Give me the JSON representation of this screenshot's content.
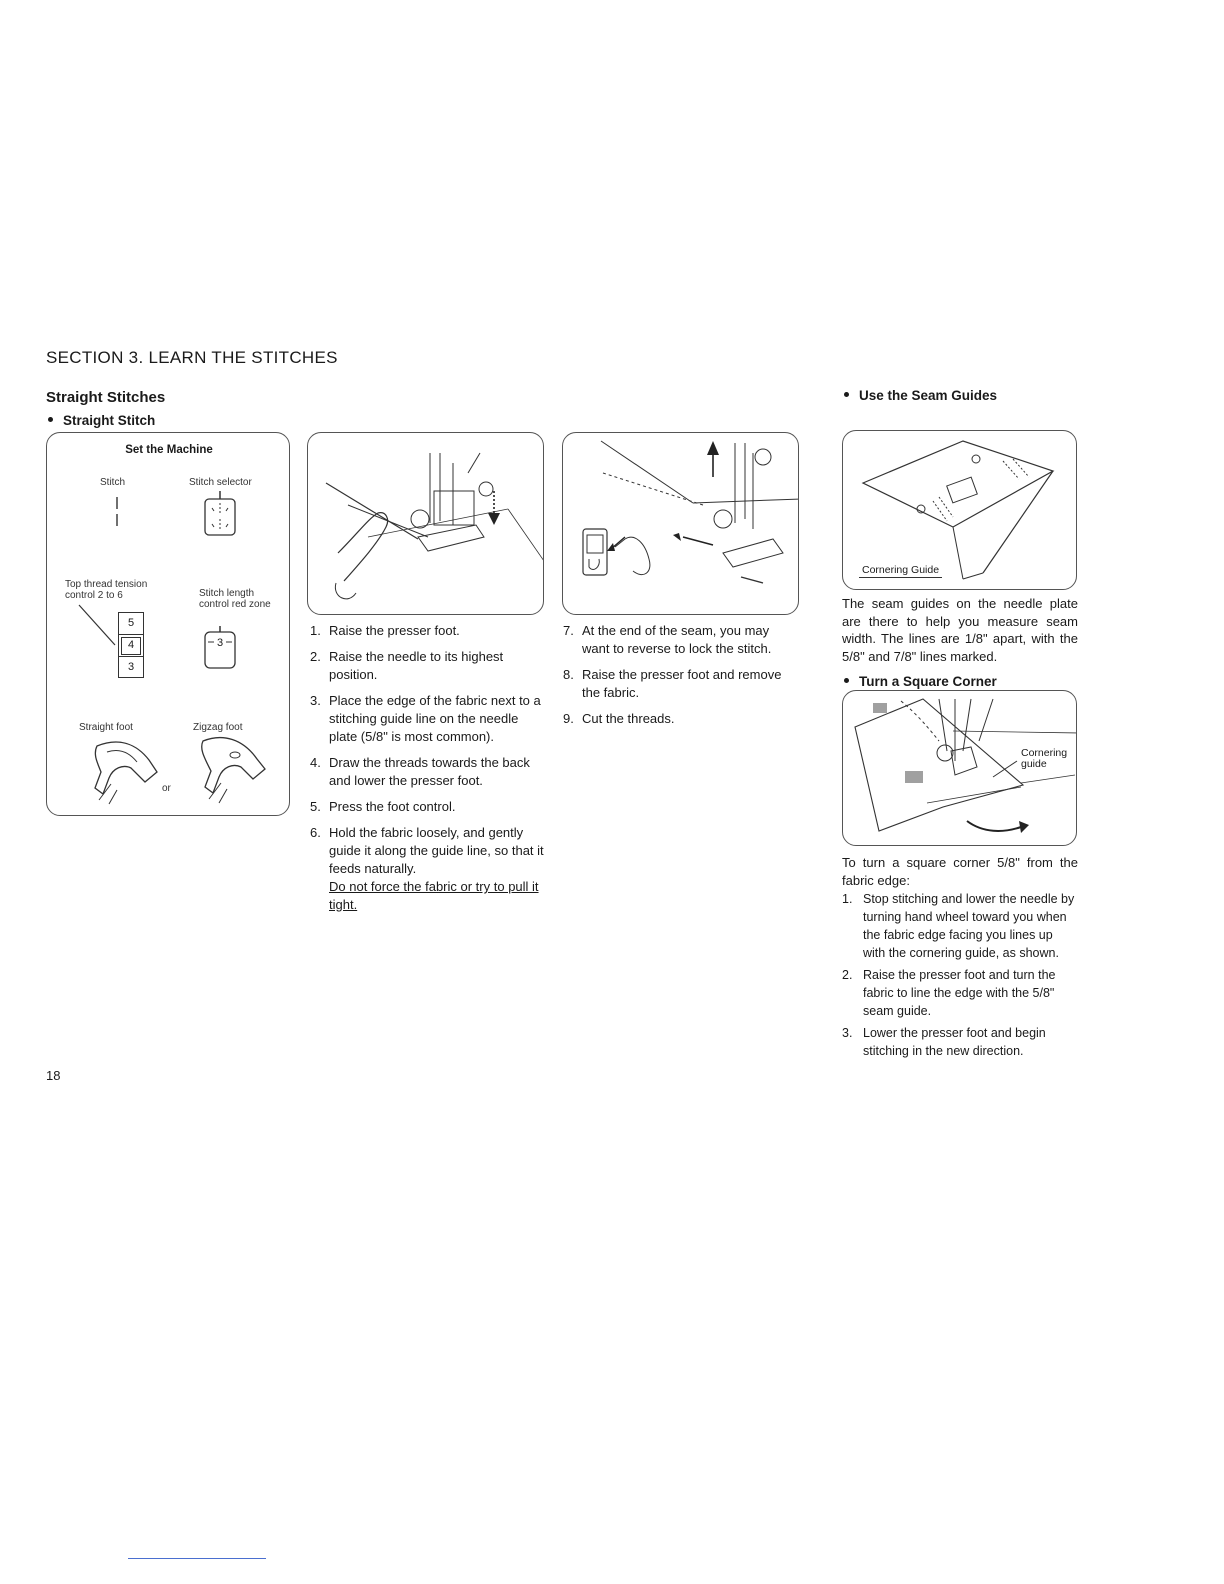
{
  "section_title": "SECTION 3.  LEARN THE STITCHES",
  "heading": "Straight Stitches",
  "sub_straight": "Straight Stitch",
  "sub_seam": "Use the Seam Guides",
  "sub_corner": "Turn a Square Corner",
  "machine_panel": {
    "title": "Set the Machine",
    "stitch": "Stitch",
    "stitch_selector": "Stitch selector",
    "top_tension": "Top thread tension control 2 to 6",
    "stitch_length": "Stitch length control red zone",
    "dial_values": [
      "5",
      "4",
      "3"
    ],
    "length_value": "3",
    "straight_foot": "Straight foot",
    "zigzag_foot": "Zigzag foot",
    "or": "or"
  },
  "steps_col2": [
    {
      "num": "1.",
      "text": "Raise the presser foot."
    },
    {
      "num": "2.",
      "text": "Raise the needle to its highest position."
    },
    {
      "num": "3.",
      "text": "Place the edge of the fabric next to a stitching guide line on the needle plate (5/8\" is most common)."
    },
    {
      "num": "4.",
      "text": "Draw the threads towards the back and lower the presser foot."
    },
    {
      "num": "5.",
      "text": "Press the foot control."
    },
    {
      "num": "6.",
      "text": "Hold the fabric loosely, and gently guide it along the guide line, so that it feeds naturally.",
      "note": "Do not force the fabric or try to pull it tight."
    }
  ],
  "steps_col3": [
    {
      "num": "7.",
      "text": "At the end of the seam, you may want to reverse to lock the stitch."
    },
    {
      "num": "8.",
      "text": "Raise the presser foot and remove the fabric."
    },
    {
      "num": "9.",
      "text": "Cut the threads."
    }
  ],
  "seam_guide_label": "Cornering Guide",
  "seam_guide_text": "The seam guides on the needle plate are there to help you measure seam width. The lines are 1/8\" apart, with the 5/8\" and 7/8\" lines marked.",
  "corner_label": "Cornering guide",
  "corner_intro": "To turn a square corner 5/8\" from the fabric edge:",
  "corner_steps": [
    {
      "num": "1.",
      "text": "Stop stitching and lower the needle by turning hand wheel toward you when the fabric edge facing you lines up with the cornering guide, as shown."
    },
    {
      "num": "2.",
      "text": "Raise the presser foot and turn the fabric to line the edge with the 5/8\" seam guide."
    },
    {
      "num": "3.",
      "text": "Lower the presser foot and begin stitching in the new direction."
    }
  ],
  "page_number": "18"
}
